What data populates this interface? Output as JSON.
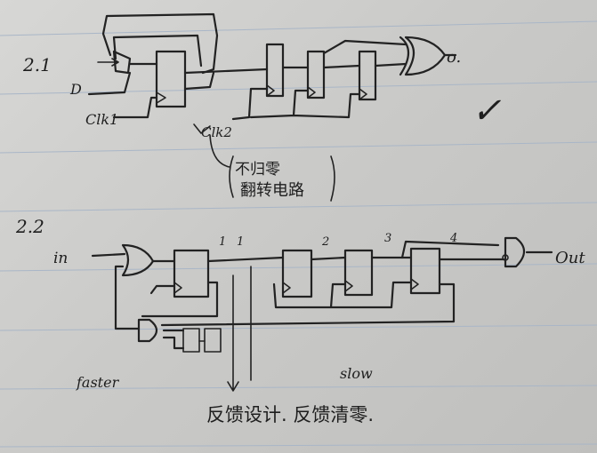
{
  "section_2_1": {
    "number": "2.1",
    "input_label": "D",
    "clock1_label": "Clk1",
    "clock2_label": "Clk2",
    "output_label": "o.",
    "check_mark": "✓",
    "note_line1": "不归零",
    "note_line2": "翻转电路"
  },
  "section_2_2": {
    "number": "2.2",
    "input_label": "in",
    "output_label": "Out",
    "stage_labels": [
      "1",
      "1",
      "2",
      "3",
      "4"
    ],
    "left_note": "faster",
    "right_note": "slow",
    "bottom_note": "反馈设计. 反馈清零."
  },
  "colors": {
    "ink": "#222222",
    "paper": "#cfcfcd",
    "rule_lines": "#a9b6c7"
  }
}
